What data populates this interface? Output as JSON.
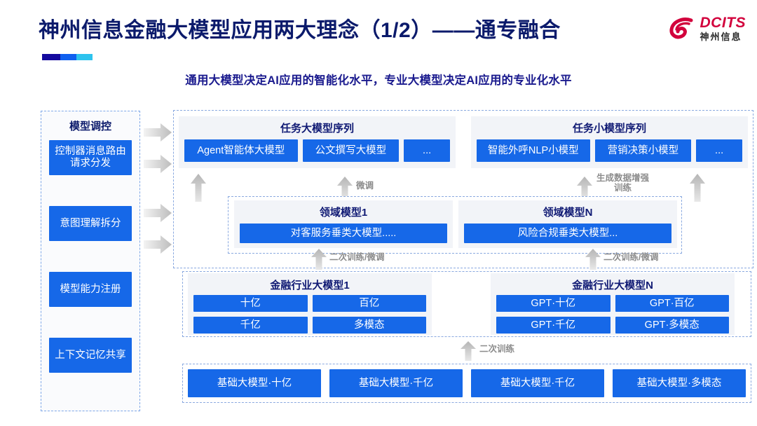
{
  "header": {
    "title": "神州信息金融大模型应用两大理念（1/2）——通专融合",
    "subtitle": "通用大模型决定AI应用的智能化水平，专业大模型决定AI应用的专业化水平",
    "accent_colors": [
      "#140a9e",
      "#1060ef",
      "#2ec3ee"
    ]
  },
  "logo": {
    "mark_icon": "dcits-swirl-icon",
    "english": "DCITS",
    "chinese": "神州信息",
    "color": "#d2003c"
  },
  "sidebar": {
    "title": "模型调控",
    "items": [
      {
        "label": "控制器消息路由请求分发"
      },
      {
        "label": "意图理解拆分"
      },
      {
        "label": "模型能力注册"
      },
      {
        "label": "上下文记忆共享"
      }
    ]
  },
  "panels": {
    "task_large": {
      "title": "任务大模型序列",
      "items": [
        "Agent智能体大模型",
        "公文撰写大模型",
        "..."
      ]
    },
    "task_small": {
      "title": "任务小模型序列",
      "items": [
        "智能外呼NLP小模型",
        "营销决策小模型",
        "..."
      ]
    },
    "domain_1": {
      "title": "领域模型1",
      "items": [
        "对客服务垂类大模型....."
      ]
    },
    "domain_n": {
      "title": "领域模型N",
      "items": [
        "风险合规垂类大模型..."
      ]
    },
    "industry_1": {
      "title": "金融行业大模型1",
      "items": [
        "十亿",
        "百亿",
        "千亿",
        "多模态"
      ]
    },
    "industry_n": {
      "title": "金融行业大模型N",
      "items": [
        "GPT·十亿",
        "GPT·百亿",
        "GPT·千亿",
        "GPT·多模态"
      ]
    },
    "base": {
      "items": [
        "基础大模型·十亿",
        "基础大模型·千亿",
        "基础大模型·千亿",
        "基础大模型·多模态"
      ]
    }
  },
  "arrow_captions": {
    "fine_tune": "微调",
    "data_aug_line1": "生成数据增强",
    "data_aug_line2": "训练",
    "retrain_tune_left": "二次训练/微调",
    "retrain_tune_right": "二次训练/微调",
    "retrain": "二次训练"
  },
  "colors": {
    "box_blue": "#1668e8",
    "title_navy": "#0b1a6b",
    "dashed_border": "#8aa9e0",
    "arrow_gray": "#c9c9c9"
  }
}
